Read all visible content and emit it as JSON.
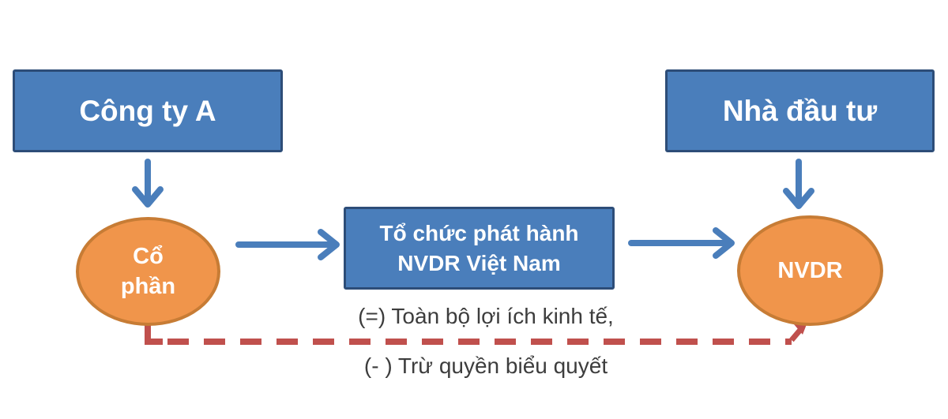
{
  "diagram": {
    "title": "NVDR structure diagram",
    "nodes": {
      "company": {
        "label": "Công ty A"
      },
      "investor": {
        "label": "Nhà đầu tư"
      },
      "issuer": {
        "lines": [
          "Tổ chức phát hành",
          "NVDR Việt Nam"
        ]
      },
      "shares": {
        "lines": [
          "Cổ",
          "phần"
        ]
      },
      "nvdr": {
        "label": "NVDR"
      }
    },
    "annotations": {
      "economic_benefit": "(=) Toàn bộ lợi ích kinh tế,",
      "voting_rights": "(- ) Trừ quyền biểu quyết"
    },
    "colors": {
      "box_fill": "#4a7ebb",
      "box_border": "#2d4d78",
      "ellipse_fill": "#f0954b",
      "ellipse_border": "#c77c35",
      "arrow_blue": "#4a7ebb",
      "dashed_red": "#c0504d",
      "node_text": "#ffffff",
      "annotation_text": "#3d3d3d",
      "background": "#ffffff"
    }
  }
}
